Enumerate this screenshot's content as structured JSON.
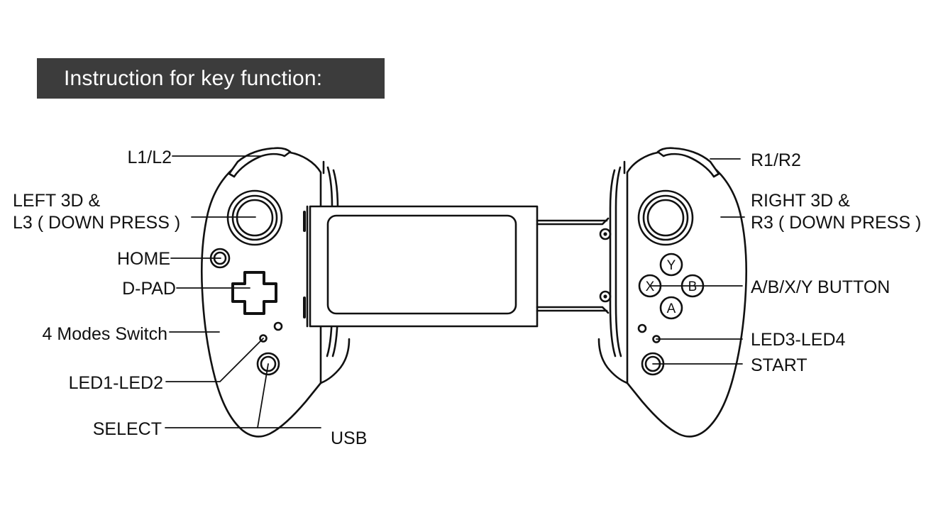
{
  "header": {
    "title": "Instruction for key function:",
    "background_color": "#3c3c3c",
    "text_color": "#ffffff"
  },
  "diagram": {
    "name": "telescopic-game-controller-key-function-diagram",
    "line_color": "#111111",
    "fill_color": "#ffffff",
    "device": "telescoping mobile gamepad with left and right grips and a central phone clamp"
  },
  "labels": {
    "left": [
      {
        "id": "l1-l2",
        "text": "L1/L2",
        "text2": ""
      },
      {
        "id": "left-3d",
        "text": "LEFT 3D &",
        "text2": "L3 ( DOWN PRESS )"
      },
      {
        "id": "home",
        "text": "HOME",
        "text2": ""
      },
      {
        "id": "d-pad",
        "text": "D-PAD",
        "text2": ""
      },
      {
        "id": "modes-switch",
        "text": "4 Modes Switch",
        "text2": ""
      },
      {
        "id": "led1-led2",
        "text": "LED1-LED2",
        "text2": ""
      },
      {
        "id": "select",
        "text": "SELECT",
        "text2": ""
      }
    ],
    "right": [
      {
        "id": "r1-r2",
        "text": "R1/R2",
        "text2": ""
      },
      {
        "id": "right-3d",
        "text": "RIGHT 3D &",
        "text2": "R3 ( DOWN PRESS )"
      },
      {
        "id": "abxy",
        "text": "A/B/X/Y BUTTON",
        "text2": ""
      },
      {
        "id": "led3-led4",
        "text": "LED3-LED4",
        "text2": ""
      },
      {
        "id": "start",
        "text": "START",
        "text2": ""
      }
    ],
    "bottom": [
      {
        "id": "usb",
        "text": "USB",
        "text2": ""
      }
    ]
  },
  "face_buttons": {
    "top": "Y",
    "left": "X",
    "right": "B",
    "bottom": "A"
  }
}
